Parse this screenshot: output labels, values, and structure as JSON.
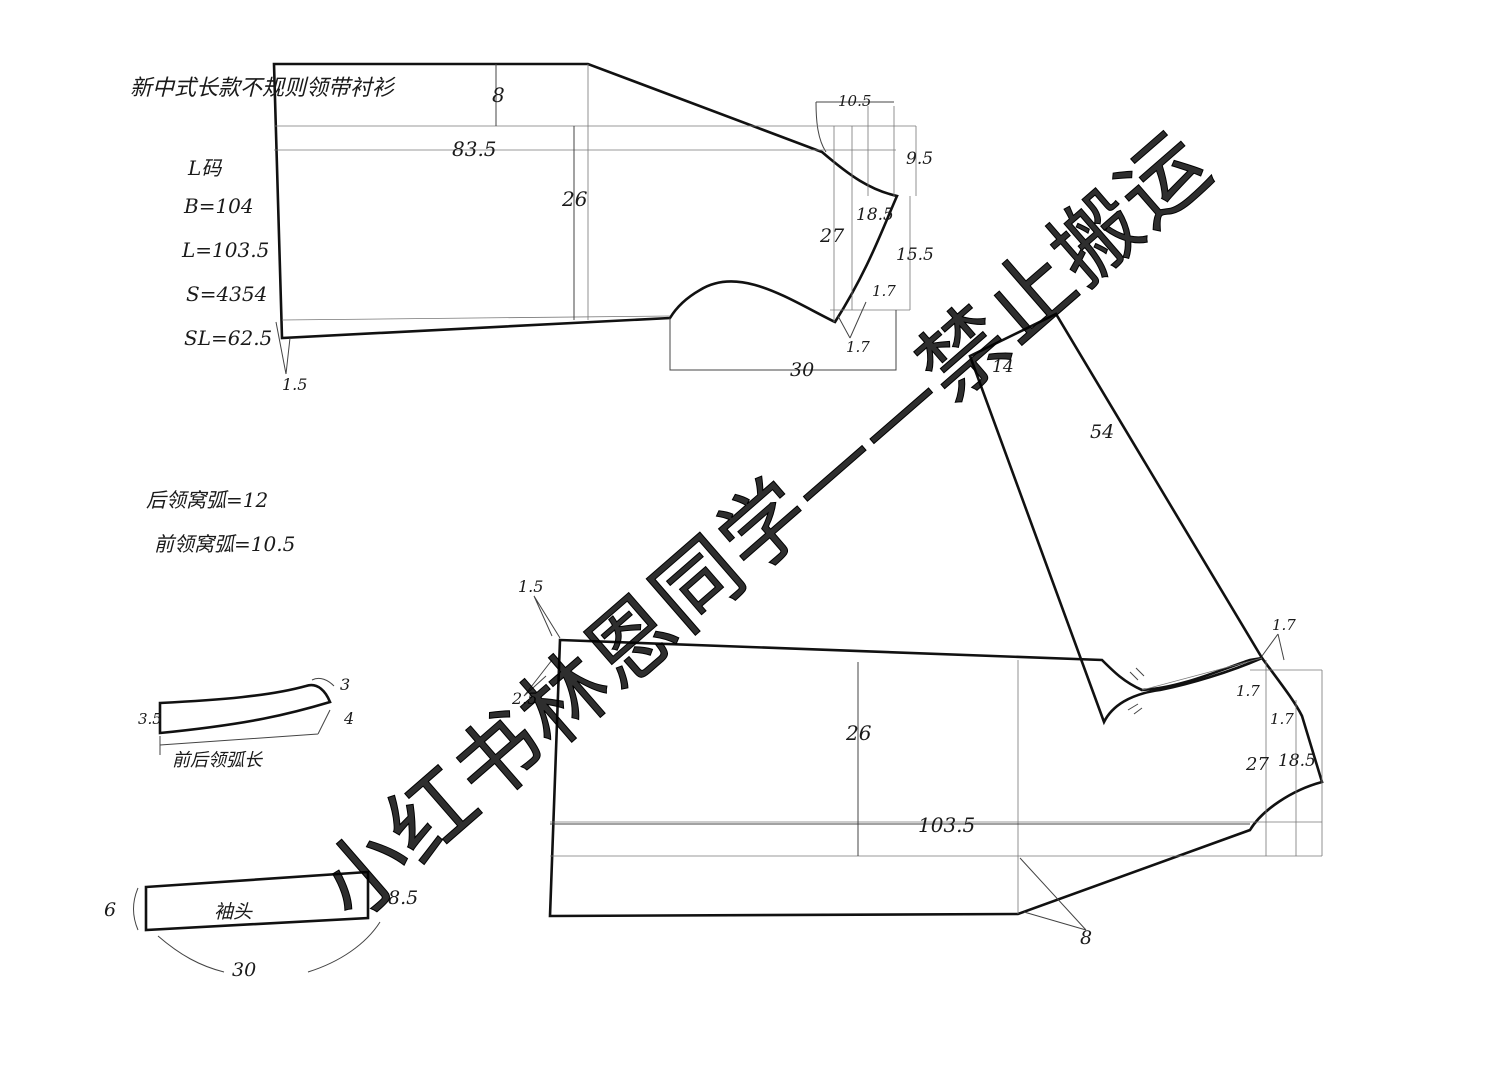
{
  "title": "新中式长款不规则领带衬衫",
  "specs": {
    "size": "L码",
    "bust": "B=104",
    "length": "L=103.5",
    "shoulder": "S=4354",
    "sleeve": "SL=62.5"
  },
  "collar_notes": {
    "back_neck": "后领窝弧=12",
    "front_neck": "前领窝弧=10.5"
  },
  "back_piece": {
    "dims": {
      "top_drop": "8",
      "width": "83.5",
      "armhole_depth": "26",
      "shoulder_width": "10.5",
      "neck_drop": "9.5",
      "neck_height": "18.5",
      "side_height": "27",
      "side_gap": "15.5",
      "small_a": "1.7",
      "small_b": "1.7",
      "cuff_span": "30",
      "hem_offset": "1.5"
    }
  },
  "collar_strip": {
    "label": "前后领弧长",
    "end_right_top": "3",
    "end_right_side": "4",
    "end_left": "3.5"
  },
  "cuff": {
    "label": "袖头",
    "height_left": "6",
    "height_right": "8.5",
    "length": "30"
  },
  "front_piece": {
    "dims": {
      "top_offset": "1.5",
      "left_offset": "2.5",
      "armhole_depth": "26",
      "length": "103.5",
      "hem_drop": "8",
      "sleeve_top": "14",
      "sleeve_length": "54",
      "neck_a": "1.7",
      "neck_b": "1.7",
      "neck_c": "1.7",
      "side_height": "27",
      "neck_height": "18.5"
    }
  },
  "watermark": "小红书林恩同学——禁止搬运"
}
